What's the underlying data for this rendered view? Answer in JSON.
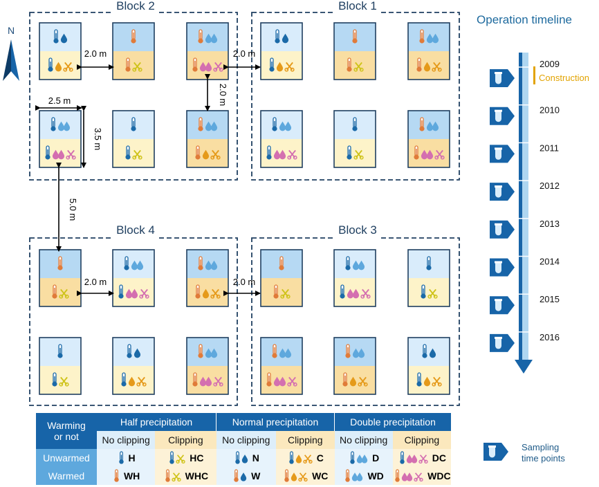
{
  "blocks": [
    {
      "label": "Block 2"
    },
    {
      "label": "Block 1"
    },
    {
      "label": "Block 4"
    },
    {
      "label": "Block 3"
    }
  ],
  "dimensions": {
    "spacing_h": "2.0 m",
    "spacing_v": "2.0 m",
    "plot_width": "2.5 m",
    "plot_height": "3.5 m",
    "block_gap": "5.0 m"
  },
  "compass": {
    "label": "N"
  },
  "timeline": {
    "title": "Operation timeline",
    "years": [
      "2009",
      "2010",
      "2011",
      "2012",
      "2013",
      "2014",
      "2015",
      "2016"
    ],
    "construction_label": "Construction"
  },
  "sampling_legend": {
    "line1": "Sampling",
    "line2": "time points"
  },
  "table": {
    "corner_line1": "Warming",
    "corner_line2": "or not",
    "groups": [
      "Half precipitation",
      "Normal precipitation",
      "Double precipitation"
    ],
    "sub_no": "No clipping",
    "sub_clip": "Clipping",
    "rows": [
      {
        "label": "Unwarmed",
        "codes": [
          "H",
          "HC",
          "N",
          "C",
          "D",
          "DC"
        ]
      },
      {
        "label": "Warmed",
        "codes": [
          "WH",
          "WHC",
          "W",
          "WC",
          "WD",
          "WDC"
        ]
      }
    ]
  },
  "colors": {
    "dark_blue": "#1764a8",
    "light_blue": "#5ea8dd",
    "orange": "#e59a1a",
    "pink": "#d46fb0",
    "yellow": "#d6cc1d",
    "thermo_unwarmed": "#2c7fbf",
    "thermo_warmed": "#e07b39"
  }
}
